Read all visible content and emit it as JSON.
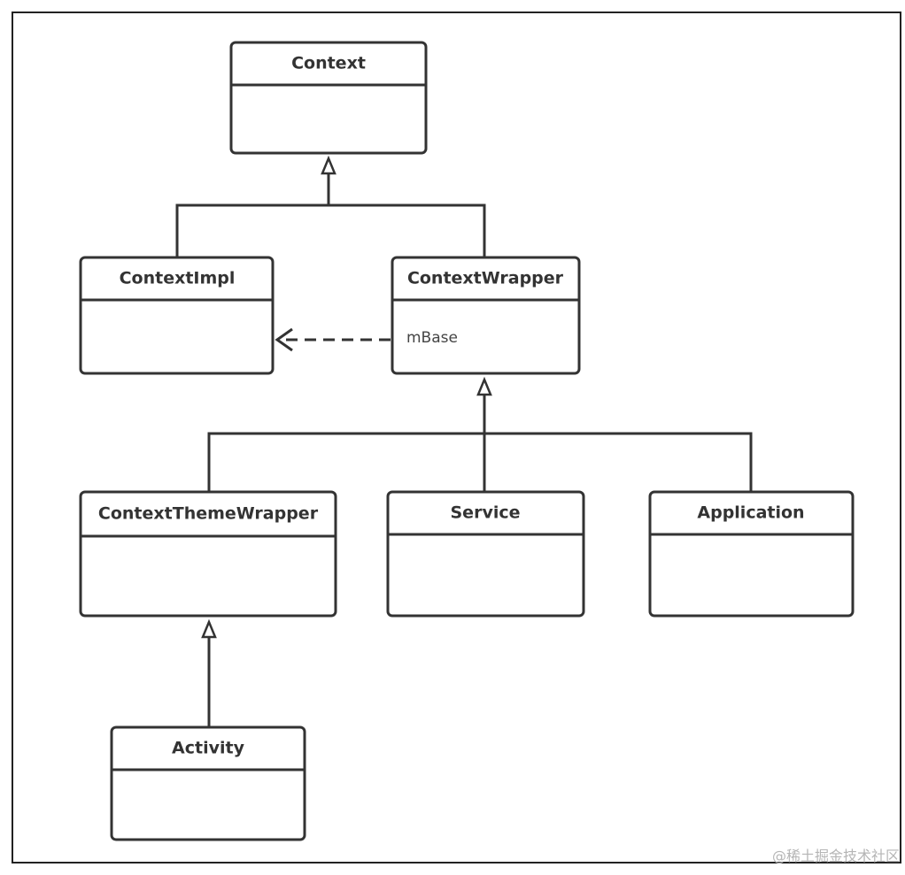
{
  "classes": {
    "context": {
      "name": "Context"
    },
    "context_impl": {
      "name": "ContextImpl"
    },
    "context_wrapper": {
      "name": "ContextWrapper",
      "attribute": "mBase"
    },
    "context_theme_wrapper": {
      "name": "ContextThemeWrapper"
    },
    "service": {
      "name": "Service"
    },
    "application": {
      "name": "Application"
    },
    "activity": {
      "name": "Activity"
    }
  },
  "watermark": "@稀土掘金技术社区",
  "colors": {
    "stroke": "#333333",
    "text": "#333333",
    "background": "#ffffff",
    "watermark": "#b5b5b5"
  }
}
